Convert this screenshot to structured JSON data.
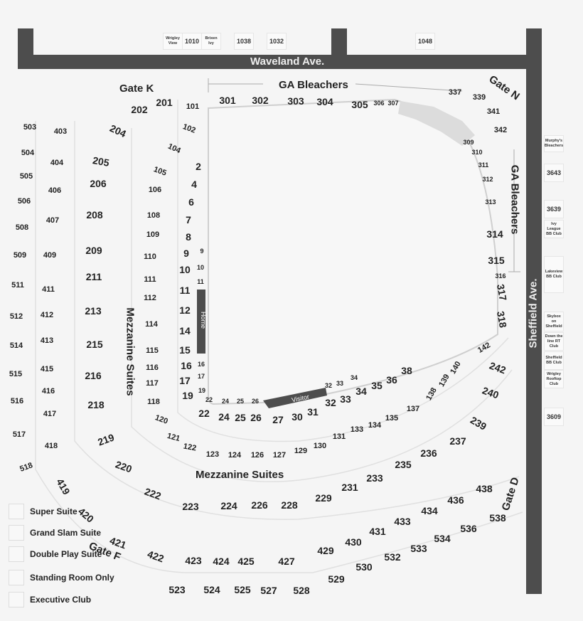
{
  "streets": {
    "waveland": "Waveland Ave.",
    "sheffield": "Sheffield Ave."
  },
  "labels": {
    "ga_bleachers_top": "GA  Bleachers",
    "ga_bleachers_right": "GA  Bleachers",
    "gate_k": "Gate K",
    "gate_n": "Gate N",
    "gate_d": "Gate D",
    "gate_f": "Gate F",
    "home": "Home",
    "visitor": "Visitor",
    "mezzanine_vertical": "Mezzanine Suites",
    "mezzanine_horizontal": "Mezzanine Suites"
  },
  "rooftops_top": [
    "Wrigley View",
    "1010",
    "Brixen Ivy",
    "1038",
    "1032",
    "1048"
  ],
  "rooftops_right": [
    "Murphy's Bleachers",
    "3643",
    "3639",
    "Ivy League BB Club",
    "Lakeview BB Club",
    "Skybox on Sheffield",
    "Down the line RT Club",
    "Sheffield BB Club",
    "Wrigley Rooftop Club",
    "3609"
  ],
  "legend": [
    "Super Suite",
    "Grand Slam Suite",
    "Double Play Suite",
    "Standing Room Only",
    "Executive Club"
  ],
  "colors": {
    "street": "#4d4d4d",
    "background": "#f5f5f5",
    "wedge": "#dcdcdc"
  },
  "sections": [
    "301",
    "302",
    "303",
    "304",
    "305",
    "306",
    "307",
    "337",
    "339",
    "341",
    "342",
    "309",
    "310",
    "311",
    "312",
    "313",
    "314",
    "315",
    "316",
    "317",
    "318",
    "101",
    "102",
    "104",
    "105",
    "106",
    "108",
    "109",
    "110",
    "111",
    "112",
    "114",
    "115",
    "116",
    "117",
    "118",
    "120",
    "121",
    "122",
    "123",
    "124",
    "126",
    "127",
    "129",
    "130",
    "131",
    "133",
    "134",
    "135",
    "137",
    "138",
    "139",
    "140",
    "142",
    "2",
    "4",
    "6",
    "7",
    "8",
    "9",
    "9",
    "10",
    "10",
    "11",
    "11",
    "12",
    "14",
    "15",
    "16",
    "16",
    "17",
    "17",
    "19",
    "19",
    "22",
    "24",
    "25",
    "26",
    "22",
    "24",
    "25",
    "26",
    "27",
    "30",
    "31",
    "32",
    "33",
    "34",
    "35",
    "36",
    "38",
    "32",
    "33",
    "34",
    "201",
    "202",
    "204",
    "205",
    "206",
    "208",
    "209",
    "211",
    "213",
    "215",
    "216",
    "218",
    "219",
    "220",
    "222",
    "223",
    "224",
    "226",
    "228",
    "229",
    "231",
    "233",
    "235",
    "236",
    "237",
    "239",
    "240",
    "242",
    "403",
    "404",
    "406",
    "407",
    "409",
    "411",
    "412",
    "413",
    "415",
    "416",
    "417",
    "418",
    "419",
    "420",
    "421",
    "422",
    "423",
    "424",
    "425",
    "427",
    "429",
    "430",
    "431",
    "433",
    "434",
    "436",
    "438",
    "503",
    "504",
    "505",
    "506",
    "508",
    "509",
    "511",
    "512",
    "514",
    "515",
    "516",
    "517",
    "518",
    "523",
    "524",
    "525",
    "527",
    "528",
    "529",
    "530",
    "532",
    "533",
    "534",
    "536",
    "538"
  ]
}
